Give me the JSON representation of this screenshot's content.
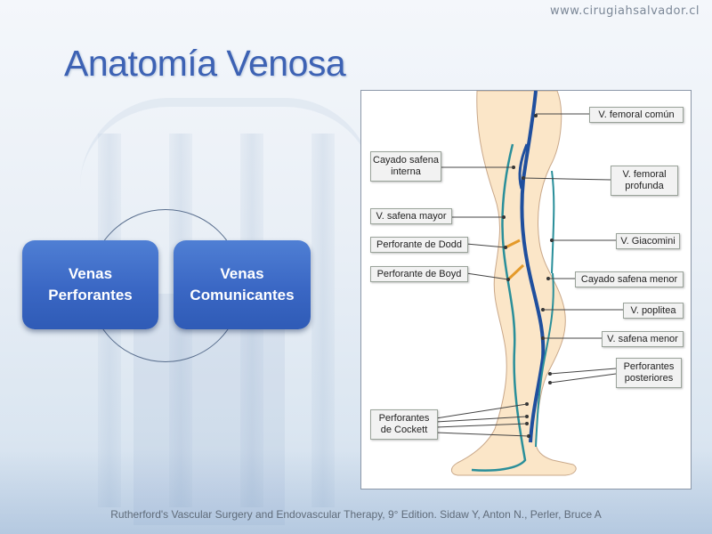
{
  "header": {
    "site_url": "www.cirugiahsalvador.cl",
    "title": "Anatomía Venosa"
  },
  "diagram": {
    "nodes": [
      {
        "line1": "Venas",
        "line2": "Perforantes"
      },
      {
        "line1": "Venas",
        "line2": "Comunicantes"
      }
    ]
  },
  "figure": {
    "labels": {
      "femoral_comun": "V. femoral común",
      "cayado_interna_1": "Cayado safena",
      "cayado_interna_2": "interna",
      "femoral_profunda_1": "V. femoral",
      "femoral_profunda_2": "profunda",
      "safena_mayor": "V. safena mayor",
      "dodd": "Perforante de Dodd",
      "giacomini": "V. Giacomini",
      "boyd": "Perforante de Boyd",
      "cayado_menor": "Cayado safena menor",
      "poplitea": "V. poplitea",
      "safena_menor": "V. safena menor",
      "posteriores_1": "Perforantes",
      "posteriores_2": "posteriores",
      "cockett_1": "Perforantes",
      "cockett_2": "de Cockett"
    },
    "colors": {
      "skin": "#fbe6c8",
      "deep_vein": "#1f4f9e",
      "superficial_vein": "#2a8f9a",
      "perforator": "#e49a2a"
    }
  },
  "footer": {
    "caption": "Rutherford's Vascular Surgery and Endovascular Therapy, 9° Edition. Sidaw Y, Anton N., Perler, Bruce A"
  }
}
